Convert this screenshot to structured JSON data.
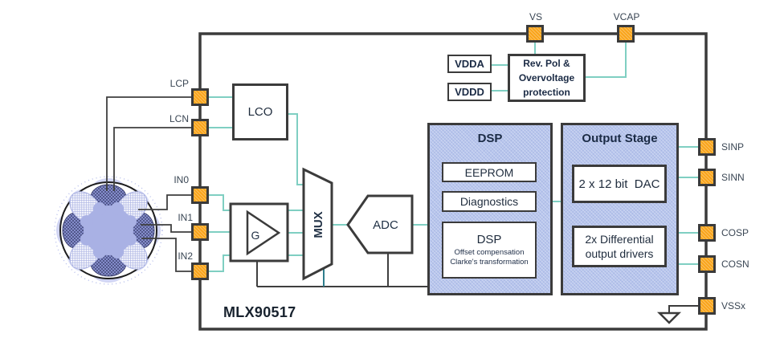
{
  "chip": {
    "name": "MLX90517"
  },
  "pins": {
    "lcp": "LCP",
    "lcn": "LCN",
    "in0": "IN0",
    "in1": "IN1",
    "in2": "IN2",
    "vs": "VS",
    "vcap": "VCAP",
    "sinp": "SINP",
    "sinn": "SINN",
    "cosp": "COSP",
    "cosn": "COSN",
    "vssx": "VSSx"
  },
  "blocks": {
    "lco": "LCO",
    "gain": "G",
    "mux": "MUX",
    "adc": "ADC",
    "vdda": "VDDA",
    "vddd": "VDDD",
    "protection": {
      "line1": "Rev. Pol &",
      "line2": "Overvoltage",
      "line3": "protection"
    },
    "dsp": {
      "title": "DSP",
      "eeprom": "EEPROM",
      "diagnostics": "Diagnostics",
      "core": {
        "title": "DSP",
        "line1": "Offset compensation",
        "line2": "Clarke's transformation"
      }
    },
    "output_stage": {
      "title": "Output Stage",
      "dac": "2 x 12 bit  DAC",
      "drivers_line1": "2x Differential",
      "drivers_line2": "output drivers"
    }
  },
  "colors": {
    "pin_fill": "#F9A41A",
    "signal_wire": "#7FCFC2",
    "block_fill": "#B7C5ED",
    "outline": "#3B3B3B"
  }
}
